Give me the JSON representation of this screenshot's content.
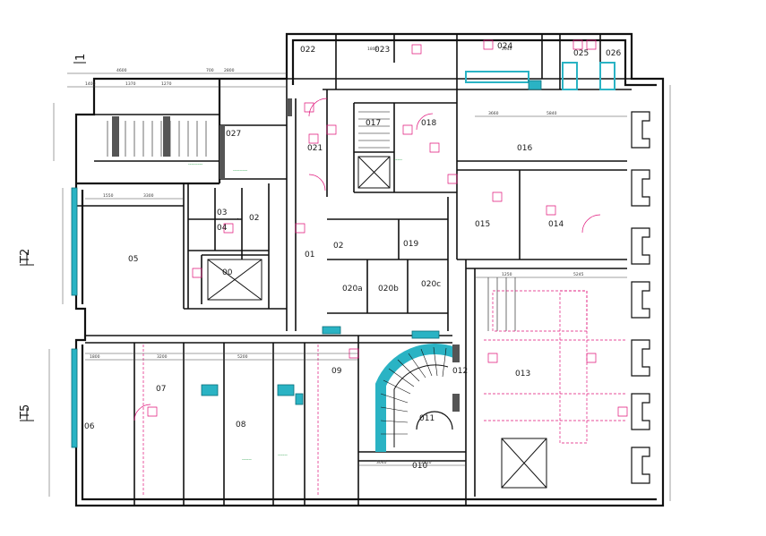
{
  "sheet": {
    "axes": [
      "T2",
      "T5"
    ],
    "top_mark": "1",
    "rooms": [
      "022",
      "023",
      "024",
      "025",
      "026",
      "027",
      "017",
      "018",
      "016",
      "021",
      "015",
      "014",
      "03",
      "04",
      "02",
      "00",
      "01",
      "05",
      "019",
      "020a",
      "020b",
      "020c",
      "07",
      "06",
      "08",
      "09",
      "012",
      "013",
      "011",
      "010"
    ]
  },
  "colors": {
    "wall": "#111111",
    "glass": "#2ab3c4",
    "annotation": "#e0147a",
    "dimension": "#444444",
    "note": "#1a9a3c"
  }
}
